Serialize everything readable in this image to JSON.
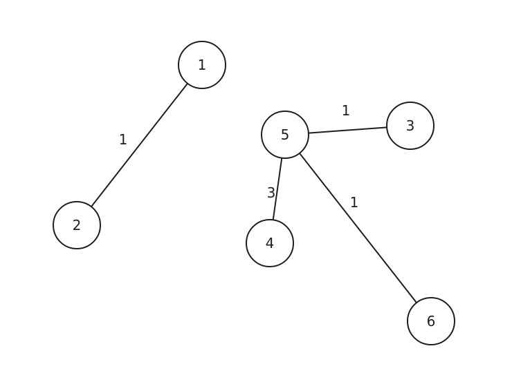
{
  "graph": {
    "nodes": [
      {
        "id": "1",
        "label": "1"
      },
      {
        "id": "2",
        "label": "2"
      },
      {
        "id": "3",
        "label": "3"
      },
      {
        "id": "4",
        "label": "4"
      },
      {
        "id": "5",
        "label": "5"
      },
      {
        "id": "6",
        "label": "6"
      }
    ],
    "edges": [
      {
        "from": "1",
        "to": "2",
        "weight": "1"
      },
      {
        "from": "5",
        "to": "3",
        "weight": "1"
      },
      {
        "from": "5",
        "to": "4",
        "weight": "3"
      },
      {
        "from": "5",
        "to": "6",
        "weight": "1"
      }
    ]
  },
  "colors": {
    "stroke": "#1e1e1e",
    "background": "#ffffff"
  }
}
